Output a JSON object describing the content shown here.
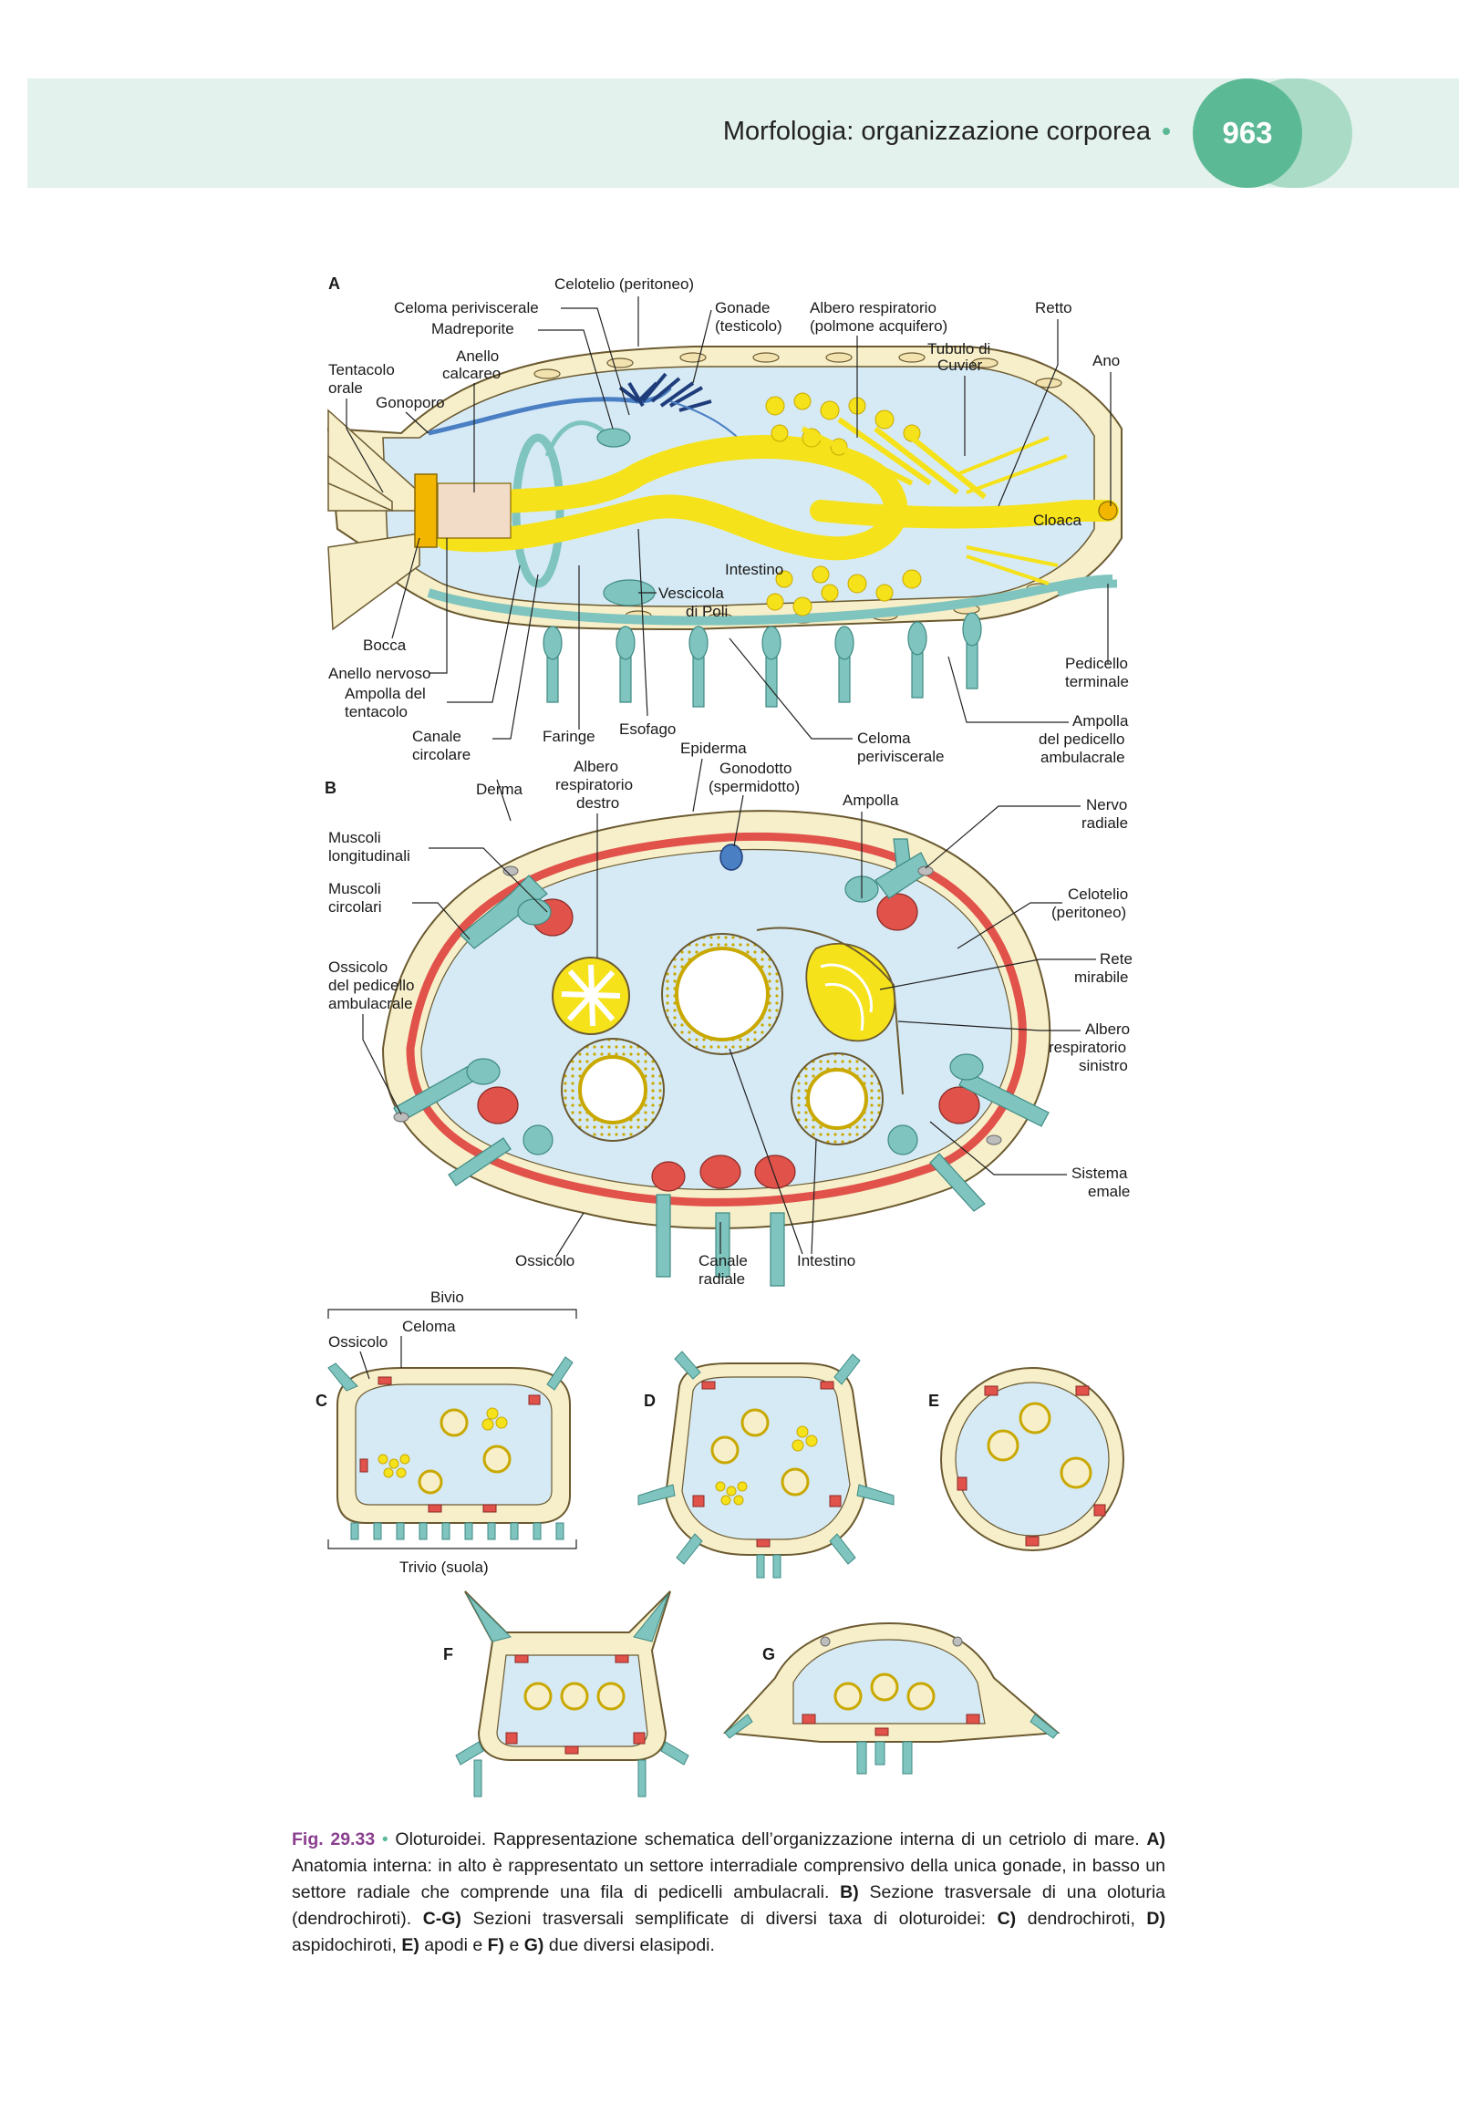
{
  "header": {
    "title": "Morfologia: organizzazione corporea",
    "page_number": "963"
  },
  "panels": {
    "a": "A",
    "b": "B",
    "c": "C",
    "d": "D",
    "e": "E",
    "f": "F",
    "g": "G"
  },
  "labels_a": {
    "celotelio": "Celotelio (peritoneo)",
    "celoma_periviscerale_top": "Celoma periviscerale",
    "madreporite": "Madreporite",
    "gonade_1": "Gonade",
    "gonade_2": "(testicolo)",
    "albero_1": "Albero respiratorio",
    "albero_2": "(polmone acquifero)",
    "retto": "Retto",
    "anello_calc_1": "Anello",
    "anello_calc_2": "calcareo",
    "tubulo_1": "Tubulo di",
    "tubulo_2": "Cuvier",
    "ano": "Ano",
    "tentacolo_1": "Tentacolo",
    "tentacolo_2": "orale",
    "gonoporo": "Gonoporo",
    "cloaca": "Cloaca",
    "intestino": "Intestino",
    "vescicola_1": "Vescicola",
    "vescicola_2": "di Poli",
    "bocca": "Bocca",
    "anello_nervoso": "Anello nervoso",
    "ampolla_tent_1": "Ampolla del",
    "ampolla_tent_2": "tentacolo",
    "pedicello_term_1": "Pedicello",
    "pedicello_term_2": "terminale",
    "ampolla_ped_1": "Ampolla",
    "ampolla_ped_2": "del pedicello",
    "ampolla_ped_3": "ambulacrale",
    "canale_circ_1": "Canale",
    "canale_circ_2": "circolare",
    "faringe": "Faringe",
    "esofago": "Esofago",
    "celoma_periv_bottom_1": "Celoma",
    "celoma_periv_bottom_2": "periviscerale"
  },
  "labels_b": {
    "epiderma": "Epiderma",
    "derma": "Derma",
    "albero_destro_1": "Albero",
    "albero_destro_2": "respiratorio",
    "albero_destro_3": "destro",
    "gonodotto_1": "Gonodotto",
    "gonodotto_2": "(spermidotto)",
    "ampolla": "Ampolla",
    "nervo_radiale_1": "Nervo",
    "nervo_radiale_2": "radiale",
    "muscoli_long_1": "Muscoli",
    "muscoli_long_2": "longitudinali",
    "muscoli_circ_1": "Muscoli",
    "muscoli_circ_2": "circolari",
    "celotelio_1": "Celotelio",
    "celotelio_2": "(peritoneo)",
    "rete_1": "Rete",
    "rete_2": "mirabile",
    "ossicolo_ped_1": "Ossicolo",
    "ossicolo_ped_2": "del pedicello",
    "ossicolo_ped_3": "ambulacrale",
    "albero_sin_1": "Albero",
    "albero_sin_2": "respiratorio",
    "albero_sin_3": "sinistro",
    "sistema_emale_1": "Sistema",
    "sistema_emale_2": "emale",
    "ossicolo": "Ossicolo",
    "canale_radiale_1": "Canale",
    "canale_radiale_2": "radiale",
    "intestino": "Intestino"
  },
  "labels_c": {
    "bivio": "Bivio",
    "celoma": "Celoma",
    "ossicolo": "Ossicolo",
    "trivio": "Trivio (suola)"
  },
  "caption": {
    "fig_label": "Fig. 29.33",
    "bullet": "•",
    "text_1": " Oloturoidei. Rappresentazione schematica dell’organizzazione interna di un cetriolo di mare. ",
    "a": "A)",
    "text_2": " Anatomia interna: in alto è rappresentato un settore interradiale comprensivo della unica gonade, in basso un settore radiale che comprende una fila di pedicelli ambulacrali. ",
    "b": "B)",
    "text_3": " Sezione trasversale di una oloturia (dendrochiroti). ",
    "cg": "C-G)",
    "text_4": " Sezioni trasversali semplificate di diversi taxa di oloturoidei: ",
    "c": "C)",
    "text_5": " dendrochiroti, ",
    "d": "D)",
    "text_6": " aspidochiroti, ",
    "e": "E)",
    "text_7": " apodi e ",
    "f": "F)",
    "text_8": " e ",
    "g": "G)",
    "text_9": " due diversi elasipodi."
  },
  "colors": {
    "body_wall": "#f7efc9",
    "coelom": "#d6eaf5",
    "water_vascular": "#7fc4be",
    "gut": "#f5e21a",
    "muscle": "#e0524a",
    "nerve": "#4a7fc4",
    "accent": "#5cb996"
  }
}
